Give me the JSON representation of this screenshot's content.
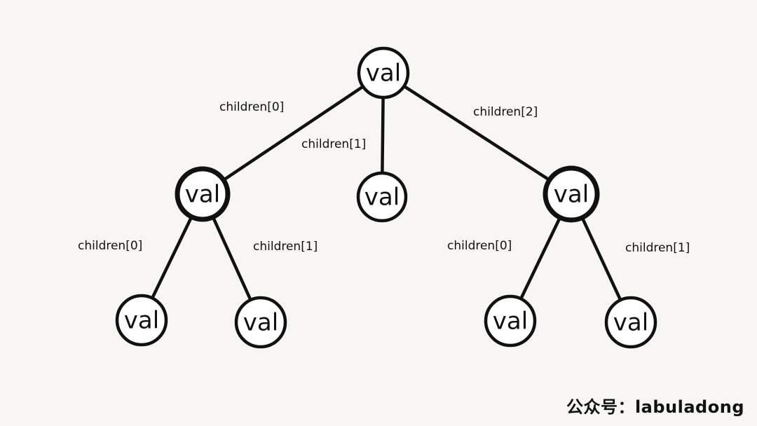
{
  "diagram": {
    "nodes": [
      {
        "id": "root",
        "label": "val"
      },
      {
        "id": "c0",
        "label": "val"
      },
      {
        "id": "c1",
        "label": "val"
      },
      {
        "id": "c2",
        "label": "val"
      },
      {
        "id": "c0-0",
        "label": "val"
      },
      {
        "id": "c0-1",
        "label": "val"
      },
      {
        "id": "c2-0",
        "label": "val"
      },
      {
        "id": "c2-1",
        "label": "val"
      }
    ],
    "edges": [
      {
        "from": "root",
        "to": "c0",
        "label": "children[0]"
      },
      {
        "from": "root",
        "to": "c1",
        "label": "children[1]"
      },
      {
        "from": "root",
        "to": "c2",
        "label": "children[2]"
      },
      {
        "from": "c0",
        "to": "c0-0",
        "label": "children[0]"
      },
      {
        "from": "c0",
        "to": "c0-1",
        "label": "children[1]"
      },
      {
        "from": "c2",
        "to": "c2-0",
        "label": "children[0]"
      },
      {
        "from": "c2",
        "to": "c2-1",
        "label": "children[1]"
      }
    ]
  },
  "watermark": "公众号：labuladong"
}
